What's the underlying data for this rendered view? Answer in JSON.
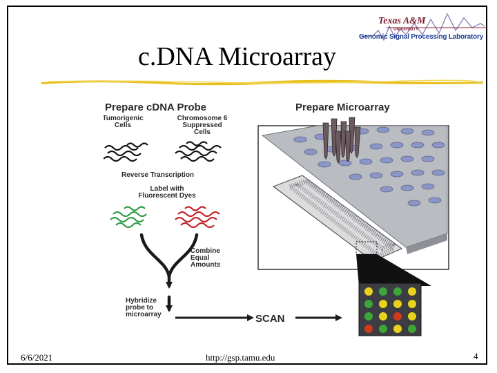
{
  "slide": {
    "title": "c.DNA Microarray",
    "date": "6/6/2021",
    "url": "http://gsp.tamu.edu",
    "page_number": "4"
  },
  "logo": {
    "university_line1": "Texas A&M",
    "university_line2": "UNIVERSITY",
    "lab_name": "Genomic Signal Processing Laboratory"
  },
  "diagram": {
    "left_heading": "Prepare cDNA Probe",
    "right_heading": "Prepare Microarray",
    "tumorigenic_cells": "Tumorigenic\nCells",
    "chromosome_cells": "Chromosome 6\nSuppressed\nCells",
    "reverse_transcription": "Reverse Transcription",
    "label_dyes": "Label with\nFluorescent Dyes",
    "combine": "Combine\nEqual\nAmounts",
    "hybridize": "Hybridize\nprobe to\nmicroarray",
    "scan": "SCAN",
    "spot_grid": [
      [
        "yellow",
        "green",
        "green",
        "yellow"
      ],
      [
        "green",
        "yellow",
        "yellow",
        "yellow"
      ],
      [
        "green",
        "yellow",
        "red",
        "yellow"
      ],
      [
        "red",
        "green",
        "yellow",
        "green"
      ]
    ]
  },
  "colors": {
    "underline": "#e8c020",
    "green_dye": "#2e9b45",
    "red_dye": "#c4202a",
    "plate_gray": "#b9bcc0",
    "well_blue": "#8b95c8",
    "spot_yellow": "#e8d21c",
    "spot_green": "#3ca638",
    "spot_red": "#d23b1a"
  }
}
